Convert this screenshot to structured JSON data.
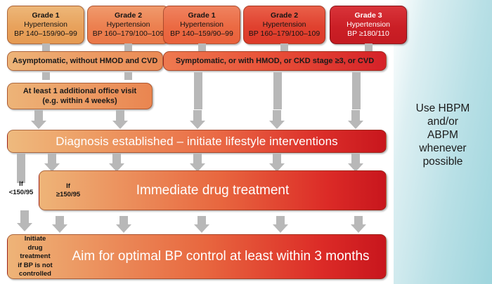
{
  "diagram": {
    "title": "Hypertension grading and treatment initiation flowchart",
    "colors": {
      "grade1_light": "#e9a863",
      "grade2_light": "#ed8452",
      "grade1_mid": "#ea6a46",
      "grade2_mid": "#e04232",
      "grade3_dark": "#cc2027",
      "arrow_grey": "#b8b8b8",
      "panel_teal": "#9ed5dd"
    }
  },
  "grades": [
    {
      "name": "grade-1-left",
      "title": "Grade 1",
      "subtitle": "Hypertension",
      "bp": "BP 140–159/90–99"
    },
    {
      "name": "grade-2-left",
      "title": "Grade 2",
      "subtitle": "Hypertension",
      "bp": "BP 160–179/100–109"
    },
    {
      "name": "grade-1-right",
      "title": "Grade 1",
      "subtitle": "Hypertension",
      "bp": "BP 140–159/90–99"
    },
    {
      "name": "grade-2-right",
      "title": "Grade 2",
      "subtitle": "Hypertension",
      "bp": "BP 160–179/100–109"
    },
    {
      "name": "grade-3",
      "title": "Grade 3",
      "subtitle": "Hypertension",
      "bp": "BP ≥180/110"
    }
  ],
  "row2": {
    "asymptomatic": "Asymptomatic, without HMOD and CVD",
    "symptomatic": "Symptomatic, or with HMOD, or CKD stage ≥3, or CVD"
  },
  "office_visit": {
    "line1": "At least 1 additional office visit",
    "line2": "(e.g. within 4 weeks)"
  },
  "diagnosis": {
    "label": "Diagnosis established – initiate lifestyle interventions"
  },
  "immediate": {
    "label": "Immediate drug treatment",
    "condition_line1": "If",
    "condition_line2": "≥150/95"
  },
  "branch_left": {
    "line1": "If",
    "line2": "<150/95"
  },
  "aim": {
    "label": "Aim for optimal BP control at least within 3 months",
    "side_line1": "Initiate",
    "side_line2": "drug",
    "side_line3": "treatment",
    "side_line4": "if BP is not",
    "side_line5": "controlled"
  },
  "panel": {
    "line1": "Use HBPM",
    "line2": "and/or",
    "line3": "ABPM",
    "line4": "whenever",
    "line5": "possible"
  }
}
